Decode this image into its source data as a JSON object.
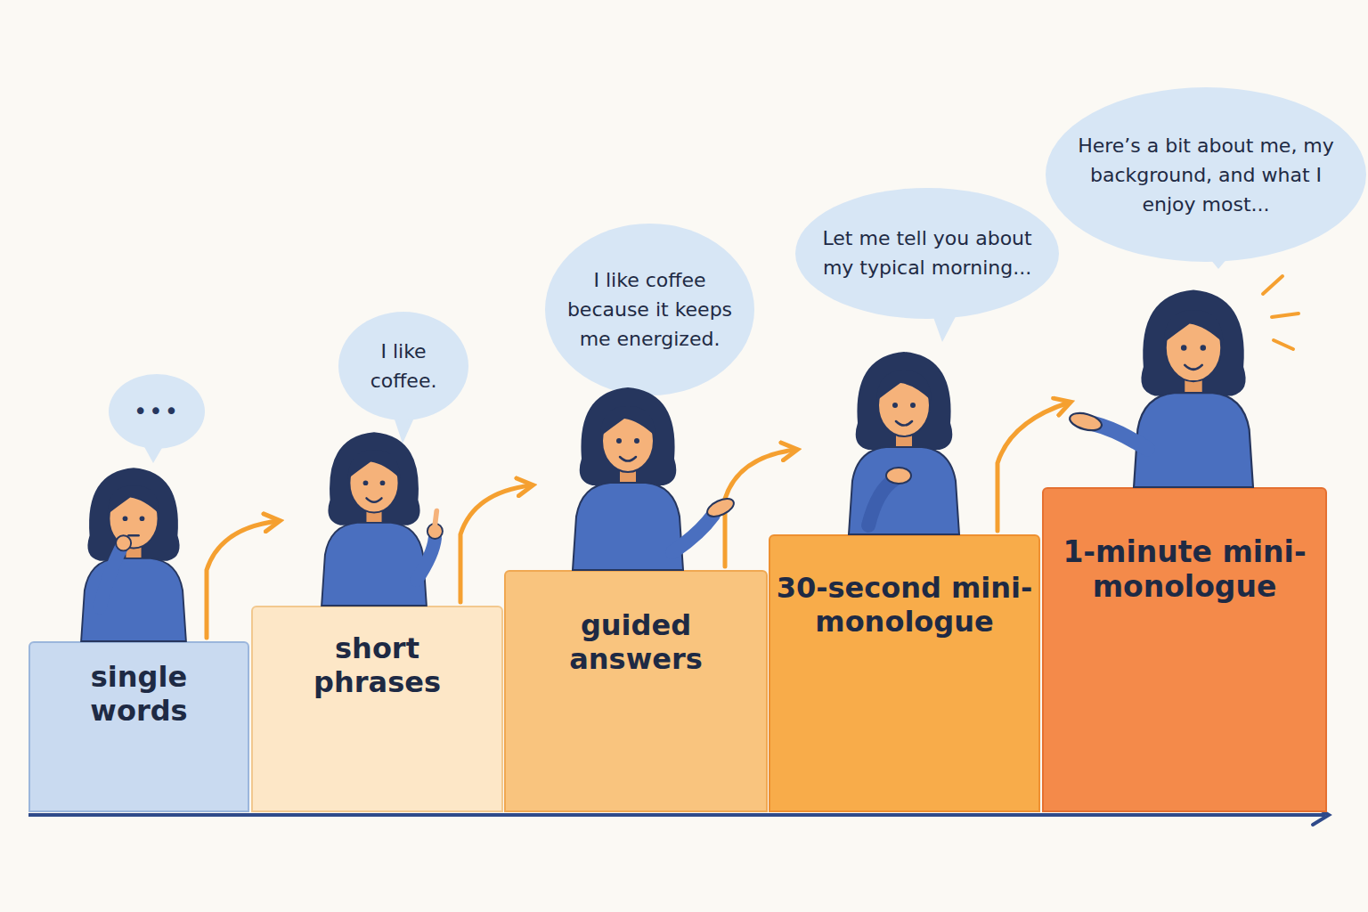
{
  "diagram": {
    "nodes": [
      {
        "text": [
          "single words"
        ]
      },
      {
        "text": [
          "short phrases"
        ]
      },
      {
        "text": [
          "guided answers"
        ]
      },
      {
        "text": [
          "30-second mini-monologue"
        ]
      },
      {
        "text": [
          "1-minute mini-monologue"
        ]
      },
      {
        "text": [
          "•••"
        ]
      },
      {
        "text": [
          "I like coffee."
        ]
      },
      {
        "text": [
          "I like coffee because it keeps me energized."
        ]
      },
      {
        "text": [
          "Let me tell you about my typical morning..."
        ]
      },
      {
        "text": [
          "Here’s a bit about me, my background, and what I enjoy most..."
        ]
      }
    ],
    "edges": [
      {
        "from": 0,
        "to": 1,
        "arrow": "to"
      },
      {
        "from": 1,
        "to": 2,
        "arrow": "to"
      },
      {
        "from": 2,
        "to": 3,
        "arrow": "to"
      },
      {
        "from": 3,
        "to": 4,
        "arrow": "to"
      }
    ]
  }
}
